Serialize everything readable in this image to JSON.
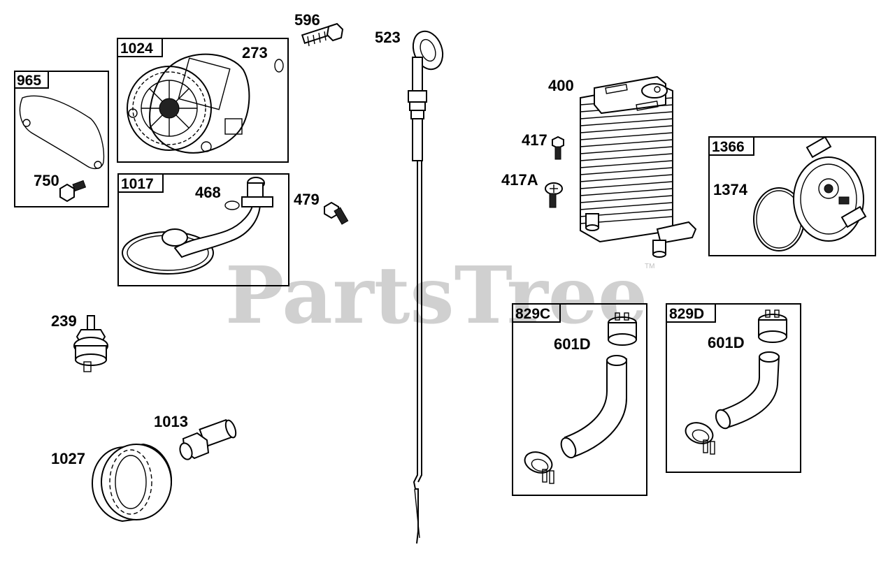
{
  "watermark": {
    "text": "PartsTree",
    "trademark": "TM"
  },
  "parts": {
    "p965": "965",
    "p750": "750",
    "p1024": "1024",
    "p273": "273",
    "p596": "596",
    "p523": "523",
    "p1017": "1017",
    "p468": "468",
    "p479": "479",
    "p400": "400",
    "p417": "417",
    "p417A": "417A",
    "p1366": "1366",
    "p1374": "1374",
    "p239": "239",
    "p1013": "1013",
    "p1027": "1027",
    "p829C": "829C",
    "p601D_c": "601D",
    "p829D": "829D",
    "p601D_d": "601D"
  }
}
